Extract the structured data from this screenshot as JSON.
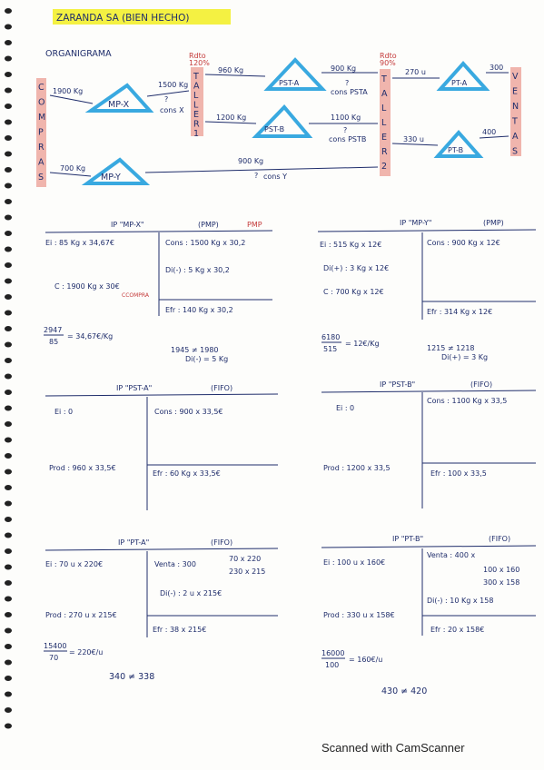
{
  "header": {
    "title": "ZARANDA SA (BIEN HECHO)",
    "subtitle": "ORGANIGRAMA"
  },
  "org": {
    "compras_letters": [
      "C",
      "O",
      "M",
      "P",
      "R",
      "A",
      "S"
    ],
    "taller1_letters": [
      "T",
      "A",
      "L",
      "L",
      "E",
      "R",
      "1"
    ],
    "taller2_letters": [
      "T",
      "A",
      "L",
      "L",
      "E",
      "R",
      "2"
    ],
    "ventas_letters": [
      "V",
      "E",
      "N",
      "T",
      "A",
      "S"
    ],
    "rdto1": "Rdto\n120%",
    "rdto2": "Rdto\n90%",
    "mpx_input": "1900 Kg",
    "mpy_input": "700 Kg",
    "node_mpx": "MP-X",
    "node_mpy": "MP-Y",
    "node_psta": "PST-A",
    "node_pstb": "PST-B",
    "node_pta": "PT-A",
    "node_ptb": "PT-B",
    "mpx_to_t1": "1500 Kg",
    "mpx_to_t1_q": "?",
    "mpx_to_t1_cons": "cons X",
    "t1_to_psta": "960 Kg",
    "t1_to_pstb": "1200 Kg",
    "psta_to_t2": "900 Kg",
    "psta_q": "?",
    "psta_cons": "cons PSTA",
    "pstb_to_t2": "1100 Kg",
    "pstb_q": "?",
    "pstb_cons": "cons PSTB",
    "mpy_to_t2": "900 Kg",
    "mpy_q": "?",
    "mpy_cons": "cons Y",
    "t2_to_pta": "270 u",
    "t2_to_ptb": "330 u",
    "pta_sale": "300",
    "ptb_sale": "400"
  },
  "ip_mpx": {
    "title": "IP \"MP-X\"",
    "method": "(PMP)",
    "method_note": "PMP",
    "ei": "Ei : 85 Kg x 34,67€",
    "c": "C : 1900 Kg x 30€",
    "c_note": "CCOMPRA",
    "cons": "Cons : 1500 Kg x 30,2",
    "dif": "Di(-) : 5 Kg x 30,2",
    "efr": "Efr : 140 Kg x 30,2",
    "calc_num": "2947",
    "calc_den": "85",
    "calc_res": "= 34,67€/Kg",
    "check": "1945 ≠ 1980",
    "check_note": "Di(-) = 5 Kg"
  },
  "ip_mpy": {
    "title": "IP \"MP-Y\"",
    "method": "(PMP)",
    "ei": "Ei : 515 Kg x 12€",
    "c": "C : 700 Kg x 12€",
    "cons": "Cons : 900 Kg x 12€",
    "dif": "Di(+) : 3 Kg x 12€",
    "efr": "Efr : 314 Kg x 12€",
    "calc_num": "6180",
    "calc_den": "515",
    "calc_res": "= 12€/Kg",
    "check": "1215 ≠ 1218",
    "check_note": "Di(+) = 3 Kg"
  },
  "ip_psta": {
    "title": "IP \"PST-A\"",
    "method": "(FIFO)",
    "ei": "Ei : 0",
    "prod": "Prod : 960 x 33,5€",
    "cons": "Cons : 900 x 33,5€",
    "efr": "Efr : 60 Kg x 33,5€"
  },
  "ip_pstb": {
    "title": "IP \"PST-B\"",
    "method": "(FIFO)",
    "ei": "Ei : 0",
    "prod": "Prod : 1200 x 33,5",
    "cons": "Cons : 1100 Kg x 33,5",
    "efr": "Efr : 100 x 33,5"
  },
  "ip_pta": {
    "title": "IP \"PT-A\"",
    "method": "(FIFO)",
    "ei": "Ei : 70 u x 220€",
    "prod": "Prod : 270 u x 215€",
    "venta": "Venta : 300",
    "venta_a": "70 x 220",
    "venta_b": "230 x 215",
    "dif": "Di(-) : 2 u x 215€",
    "efr": "Efr : 38 x 215€",
    "calc_num": "15400",
    "calc_den": "70",
    "calc_res": "= 220€/u",
    "check": "340 ≠ 338"
  },
  "ip_ptb": {
    "title": "IP \"PT-B\"",
    "method": "(FIFO)",
    "ei": "Ei : 100 u x 160€",
    "prod": "Prod : 330 u x 158€",
    "venta": "Venta : 400 x",
    "venta_a": "100 x 160",
    "venta_b": "300 x 158",
    "dif": "Di(-) : 10 Kg x 158",
    "efr": "Efr : 20 x 158€",
    "calc_num": "16000",
    "calc_den": "100",
    "calc_res": "= 160€/u",
    "check": "430 ≠ 420"
  },
  "footer": {
    "scanner": "Scanned with CamScanner"
  },
  "colors": {
    "ink": "#1f2d6b",
    "red": "#c43a3a",
    "highlight": "#f4f142",
    "triangle": "#39a9e0",
    "taller_bg": "#f0b5ad"
  }
}
